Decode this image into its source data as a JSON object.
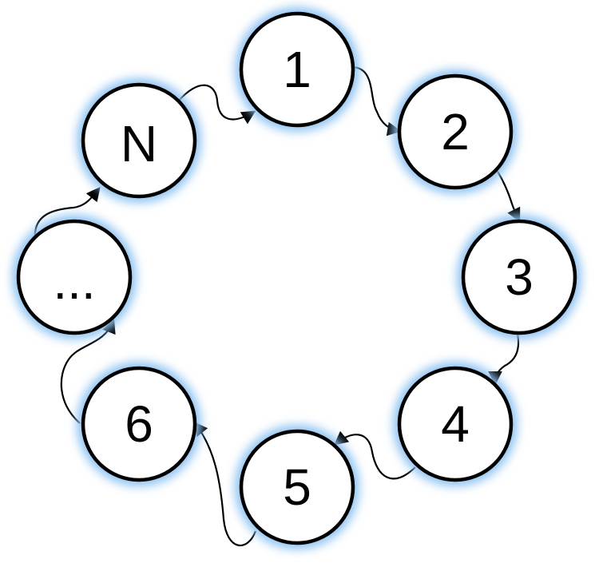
{
  "diagram": {
    "type": "cycle",
    "nodes": [
      {
        "id": "n1",
        "label": "1"
      },
      {
        "id": "n2",
        "label": "2"
      },
      {
        "id": "n3",
        "label": "3"
      },
      {
        "id": "n4",
        "label": "4"
      },
      {
        "id": "n5",
        "label": "5"
      },
      {
        "id": "n6",
        "label": "6"
      },
      {
        "id": "ellipsis",
        "label": "..."
      },
      {
        "id": "nN",
        "label": "N"
      }
    ],
    "edges": [
      {
        "from": "n1",
        "to": "n2"
      },
      {
        "from": "n2",
        "to": "n3"
      },
      {
        "from": "n3",
        "to": "n4"
      },
      {
        "from": "n4",
        "to": "n5"
      },
      {
        "from": "n5",
        "to": "n6"
      },
      {
        "from": "n6",
        "to": "ellipsis"
      },
      {
        "from": "ellipsis",
        "to": "nN"
      },
      {
        "from": "nN",
        "to": "n1"
      }
    ],
    "colors": {
      "glow": "#8fc3f2",
      "circle_fill": "#ffffff",
      "stroke": "#000000",
      "text": "#000000"
    }
  }
}
